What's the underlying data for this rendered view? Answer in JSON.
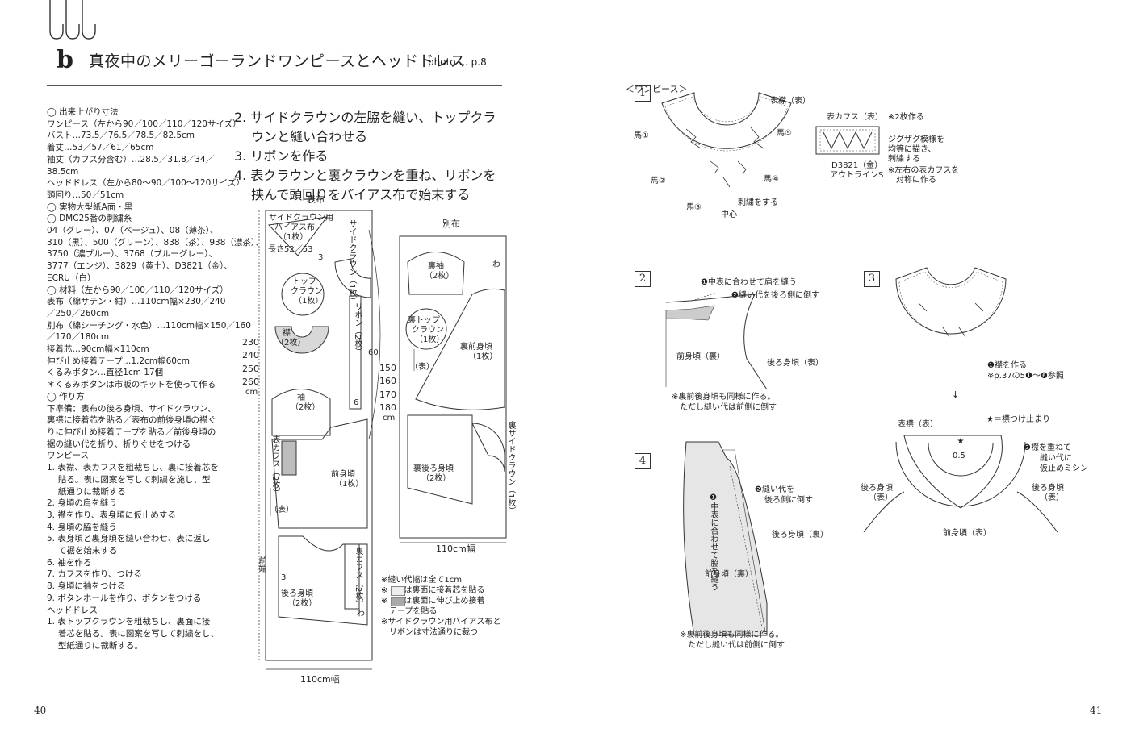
{
  "header": {
    "letter": "b",
    "title": "真夜中のメリーゴーランドワンピースとヘッドドレス",
    "photo_ref": "photo ... p.8"
  },
  "left_column": [
    "◯ 出来上がり寸法",
    "ワンピース（左から90／100／110／120サイズ）",
    "バスト…73.5／76.5／78.5／82.5cm",
    "着丈…53／57／61／65cm",
    "袖丈（カフス分含む）…28.5／31.8／34／",
    "38.5cm",
    "ヘッドドレス（左から80〜90／100〜120サイズ）",
    "頭回り…50／51cm",
    "◯ 実物大型紙A面・黒",
    "◯ DMC25番の刺繍糸",
    "04（グレー）、07（ベージュ）、08（薄茶）、",
    "310（黒）、500（グリーン）、838（茶）、938（濃茶）、",
    "3750（濃ブルー）、3768（ブルーグレー）、",
    "3777（エンジ）、3829（黄土）、D3821（金）、",
    "ECRU（白）",
    "◯ 材料（左から90／100／110／120サイズ）",
    "表布（綿サテン・紺）…110cm幅×230／240",
    "／250／260cm",
    "別布（綿シーチング・水色）…110cm幅×150／160",
    "／170／180cm",
    "接着芯…90cm幅×110cm",
    "伸び止め接着テープ…1.2cm幅60cm",
    "くるみボタン…直径1cm 17個",
    "＊くるみボタンは市販のキットを使って作る",
    "◯ 作り方",
    "下準備：表布の後ろ身頃、サイドクラウン、",
    "裏襟に接着芯を貼る／表布の前後身頃の襟ぐ",
    "りに伸び止め接着テープを貼る／前後身頃の",
    "裾の縫い代を折り、折りぐせをつける",
    "ワンピース",
    "1. 表襟、表カフスを粗裁ちし、裏に接着芯を",
    "　 貼る。表に図案を写して刺繍を施し、型",
    "　 紙通りに裁断する",
    "2. 身頃の肩を縫う",
    "3. 襟を作り、表身頃に仮止めする",
    "4. 身頃の脇を縫う",
    "5. 表身頃と裏身頃を縫い合わせ、表に返し",
    "　 て裾を始末する",
    "6. 袖を作る",
    "7. カフスを作り、つける",
    "8. 身頃に袖をつける",
    "9. ボタンホールを作り、ボタンをつける",
    "ヘッドドレス",
    "1. 表トップクラウンを粗裁ちし、裏面に接",
    "　 着芯を貼る。表に図案を写して刺繍をし、",
    "　 型紙通りに裁断する。"
  ],
  "mid_column": [
    "2. サイドクラウンの左脇を縫い、トップクラ",
    "　 ウンと縫い合わせる",
    "3. リボンを作る",
    "4. 表クラウンと裏クラウンを重ね、リボンを",
    "　 挟んで頭回りをバイアス布で始末する"
  ],
  "layout1": {
    "title": "表布",
    "bias_label": [
      "サイドクラウン用",
      "バイアス布",
      "（1枚）",
      "長さ52／53"
    ],
    "bias_3": "3",
    "side_crown": "サイドクラウン（1枚）",
    "top_crown": [
      "トップ",
      "クラウン",
      "（1枚）"
    ],
    "ribbon": "リボン（2枚）",
    "ribbon_60": "60",
    "ribbon_6": "6",
    "collar": [
      "襟",
      "（2枚）"
    ],
    "sleeve": [
      "袖",
      "（2枚）"
    ],
    "cuff": "表カフス（2枚）",
    "front": [
      "前身頃",
      "（1枚）"
    ],
    "fold": "（表）",
    "front_end": "前端",
    "back": [
      "後ろ身頃",
      "（2枚）"
    ],
    "back_3": "3",
    "inner_cuff": "裏カフス（2枚）",
    "wa": "わ",
    "lengths": [
      "230",
      "240",
      "250",
      "260"
    ],
    "unit": "cm",
    "width": "110cm幅"
  },
  "layout2": {
    "title": "別布",
    "inner_sleeve": [
      "裏袖",
      "（2枚）"
    ],
    "wa": "わ",
    "inner_top_crown": [
      "裏トップ",
      "クラウン",
      "（1枚）"
    ],
    "inner_front": [
      "裏前身頃",
      "（1枚）"
    ],
    "fold": "（表）",
    "inner_back": [
      "裏後ろ身頃",
      "（2枚）"
    ],
    "inner_side_crown": "裏サイドクラウン（1枚）",
    "lengths": [
      "150",
      "160",
      "170",
      "180"
    ],
    "unit": "cm",
    "width": "110cm幅"
  },
  "notes": [
    "※縫い代幅は全て1cm",
    "※　　は裏面に接着芯を貼る",
    "※　　は裏面に伸び止め接着",
    "　テープを貼る",
    "※サイドクラウン用バイアス布と",
    "　リボンは寸法通りに裁つ"
  ],
  "right": {
    "section": "＜ワンピース＞",
    "step1": {
      "num": "1",
      "collar_label": "表襟（表）",
      "horses": [
        "馬①",
        "馬②",
        "馬③",
        "馬④",
        "馬⑤"
      ],
      "center": "中心",
      "embroider": "刺繍をする",
      "cuff_label": "表カフス（表）",
      "make2": "※2枚作る",
      "zigzag": [
        "ジグザグ模様を",
        "均等に描き、",
        "刺繍する"
      ],
      "thread": [
        "D3821（金）",
        "アウトラインS"
      ],
      "mirror": [
        "※左右の表カフスを",
        "対称に作る"
      ]
    },
    "step2": {
      "num": "2",
      "note1": "❶中表に合わせて肩を縫う",
      "note2": "❷縫い代を後ろ側に倒す",
      "front": "前身頃（裏）",
      "back": "後ろ身頃（表）",
      "foot": [
        "※裏前後身頃も同様に作る。",
        "ただし縫い代は前側に倒す"
      ]
    },
    "step3": {
      "num": "3",
      "make": "❶襟を作る",
      "ref": "※p.37の5❶〜❻参照",
      "collar": "表襟（表）",
      "star": "★＝襟つけ止まり",
      "baste": [
        "❷襟を重ねて",
        "縫い代に",
        "仮止めミシン"
      ],
      "dim": "0.5",
      "back_l": [
        "後ろ身頃",
        "（表）"
      ],
      "back_r": [
        "後ろ身頃",
        "（表）"
      ],
      "front": "前身頃（表）"
    },
    "step4": {
      "num": "4",
      "sew": "❶中表に合わせて脇を縫う",
      "fold": [
        "❷縫い代を",
        "後ろ側に倒す"
      ],
      "back": "後ろ身頃（裏）",
      "front": "前身頃（裏）",
      "foot": [
        "※裏前後身頃も同様に作る。",
        "ただし縫い代は前側に倒す"
      ]
    }
  },
  "page_numbers": {
    "left": "40",
    "right": "41"
  }
}
